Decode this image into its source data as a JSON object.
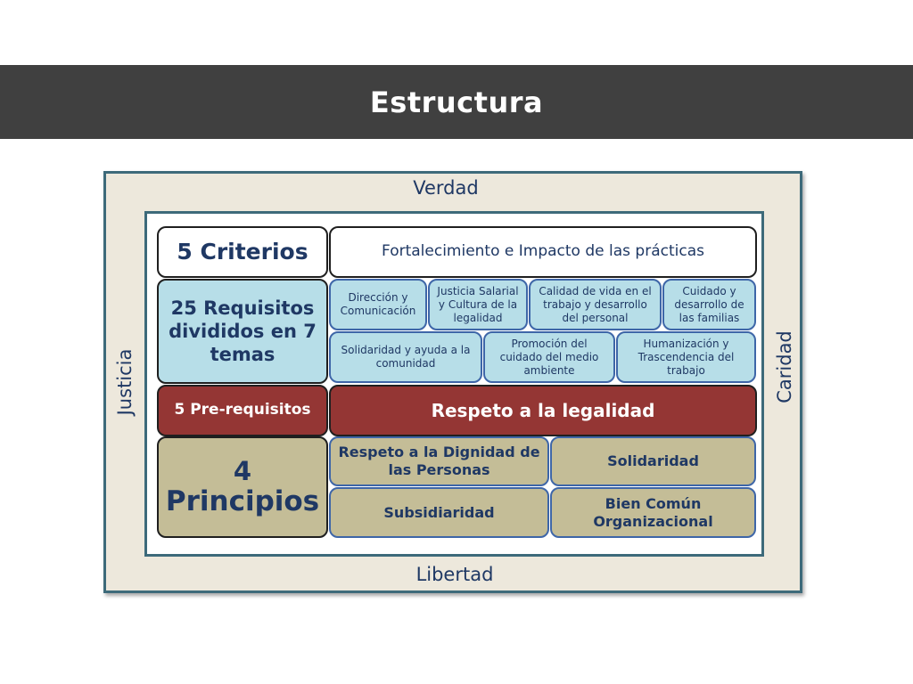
{
  "title": "Estructura",
  "frame": {
    "top": "Verdad",
    "bottom": "Libertad",
    "left": "Justicia",
    "right": "Caridad"
  },
  "rows": {
    "criterios": {
      "label": "5 Criterios",
      "content": "Fortalecimiento e Impacto de las prácticas"
    },
    "requisitos": {
      "label": "25 Requisitos divididos en 7 temas",
      "temas": [
        "Dirección y Comunicación",
        "Justicia Salarial y Cultura de la legalidad",
        "Calidad de vida en el trabajo y desarrollo del personal",
        "Cuidado y desarrollo de las familias",
        "Solidaridad y ayuda a la comunidad",
        "Promoción del cuidado del medio ambiente",
        "Humanización y Trascendencia del trabajo"
      ]
    },
    "prerequisitos": {
      "label": "5 Pre-requisitos",
      "content": "Respeto a la legalidad"
    },
    "principios": {
      "label_number": "4",
      "label_text": "Principios",
      "items": [
        "Respeto a la Dignidad de las Personas",
        "Solidaridad",
        "Subsidiaridad",
        "Bien Común Organizacional"
      ]
    }
  },
  "colors": {
    "title_bar": "#404040",
    "frame_fill": "#ede8dc",
    "frame_border": "#3d6a7a",
    "requisitos_fill": "#b7dee8",
    "prerequisitos_fill": "#943634",
    "principios_fill": "#c4bd97",
    "text_dark_blue": "#1f3864"
  }
}
